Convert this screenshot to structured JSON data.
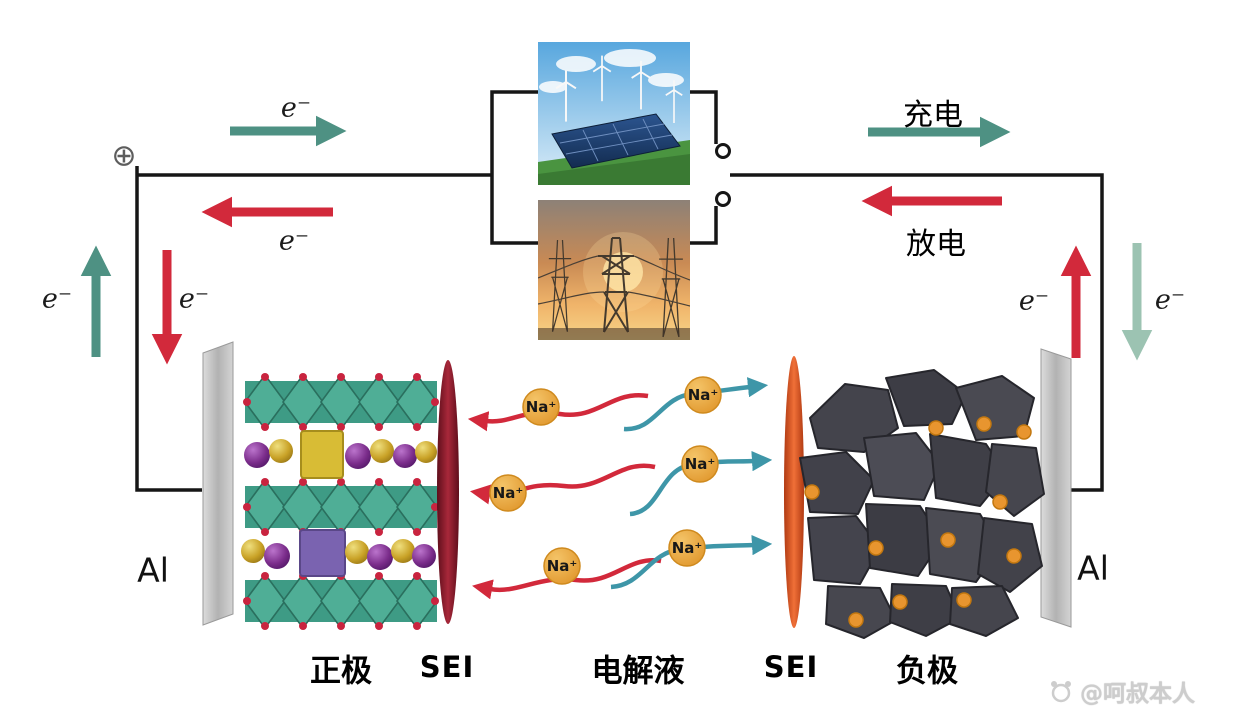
{
  "labels": {
    "electron": "e⁻",
    "charge": "充电",
    "discharge": "放电",
    "aluminum": "Al",
    "cathode": "正极",
    "sei": "SEI",
    "electrolyte": "电解液",
    "anode": "负极",
    "sodium_ion": "Na⁺",
    "positive_terminal": "⊕",
    "watermark": "@呵叔本人"
  },
  "colors": {
    "charge_arrow": "#4E9183",
    "discharge_arrow": "#D2293B",
    "pale_charge_arrow": "#9CC3B2",
    "wire": "#161616",
    "sei_cathode_side": "#8E1F2C",
    "sei_anode_side": "#E0572C",
    "sodium_ion_fill": "#EBA83F",
    "cathode_teal": "#48A38E",
    "anode_gray": "#46464E",
    "aluminum_foil": "#C6C6C6"
  }
}
